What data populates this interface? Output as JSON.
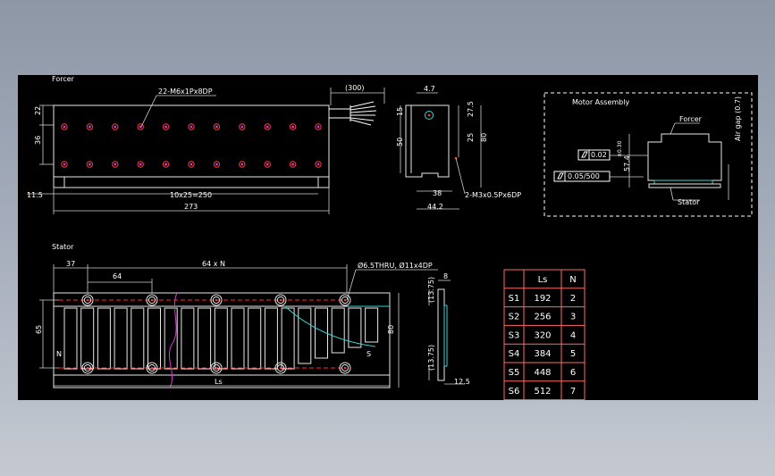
{
  "forcer": {
    "title": "Forcer",
    "hole_callout": "22-M6x1Px8DP",
    "cable_length": "(300)",
    "dim_22": "22",
    "dim_36": "36",
    "dim_11_5": "11.5",
    "dim_pitch": "10x25=250",
    "dim_total": "273"
  },
  "side_view": {
    "dim_4_7": "4.7",
    "dim_15": "15",
    "dim_50": "50",
    "dim_27_5": "27.5",
    "dim_25": "25",
    "dim_80": "80",
    "dim_38": "38",
    "dim_44_2": "44.2",
    "tap_callout": "2-M3x0.5Px6DP"
  },
  "motor_assembly": {
    "title": "Motor Assembly",
    "forcer_label": "Forcer",
    "stator_label": "Stator",
    "tol_1": "0.02",
    "tol_2": "0.05/500",
    "height": "57.4",
    "height_tol": "±0.30",
    "air_gap": "Air gap (0.7)"
  },
  "stator": {
    "title": "Stator",
    "dim_37": "37",
    "dim_64xN": "64 x N",
    "dim_64": "64",
    "hole_callout": "Ø6.5THRU, Ø11x4DP",
    "dim_65": "65",
    "dim_80": "80",
    "dim_ls": "Ls",
    "pole_n": "N",
    "pole_s": "S",
    "dim_8": "8",
    "dim_13_75_top": "(13.75)",
    "dim_13_75_bottom": "(13.75)",
    "dim_12_5": "12.5"
  },
  "table": {
    "headers": [
      "",
      "Ls",
      "N"
    ],
    "rows": [
      [
        "S1",
        "192",
        "2"
      ],
      [
        "S2",
        "256",
        "3"
      ],
      [
        "S3",
        "320",
        "4"
      ],
      [
        "S4",
        "384",
        "5"
      ],
      [
        "S5",
        "448",
        "6"
      ],
      [
        "S6",
        "512",
        "7"
      ]
    ]
  }
}
